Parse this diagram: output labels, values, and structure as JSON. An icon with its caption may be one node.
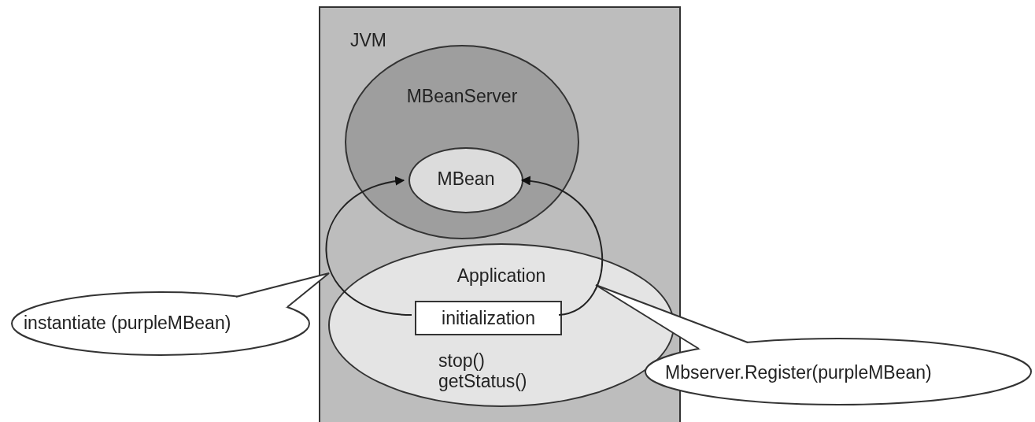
{
  "diagram": {
    "nodes": [
      {
        "text": [
          "JVM"
        ]
      },
      {
        "text": [
          "MBeanServer"
        ],
        "in": 0
      },
      {
        "text": [
          "MBean"
        ],
        "in": 1
      },
      {
        "text": [
          "Application",
          "stop() getStatus()"
        ],
        "in": 0
      },
      {
        "text": [
          "initialization"
        ],
        "in": 3
      },
      {
        "text": [
          "instantiate (purpleMBean)"
        ]
      },
      {
        "text": [
          "Mbserver.Register(purpleMBean)"
        ]
      }
    ],
    "edges": [
      {
        "from": 4,
        "to": 2,
        "arrow": "to"
      },
      {
        "from": 4,
        "to": 2,
        "arrow": "to"
      }
    ]
  }
}
